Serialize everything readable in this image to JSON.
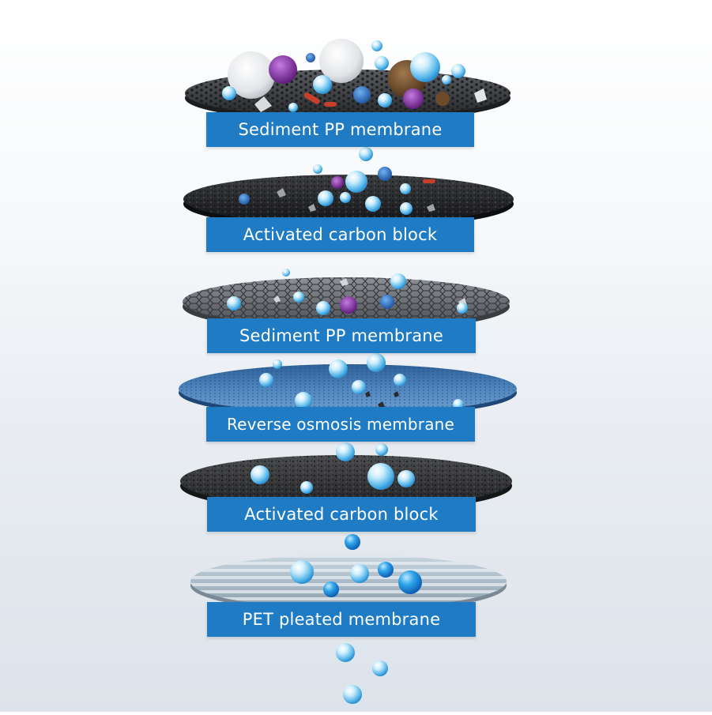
{
  "layers": [
    {
      "label": "Sediment PP membrane",
      "texture": "hex-dark"
    },
    {
      "label": "Activated carbon block",
      "texture": "carbon-dark"
    },
    {
      "label": "Sediment PP membrane",
      "texture": "hex-grey"
    },
    {
      "label": "Reverse osmosis membrane",
      "texture": "ro-blue"
    },
    {
      "label": "Activated carbon block",
      "texture": "carbon-rough"
    },
    {
      "label": "PET pleated membrane",
      "texture": "pleated-light"
    }
  ],
  "colors": {
    "label_bg": "#1f7cc4",
    "label_text": "#ffffff",
    "water_droplet": "#4fb3e8",
    "virus": "#7a2a9a",
    "bacteria": "#c8402a"
  }
}
